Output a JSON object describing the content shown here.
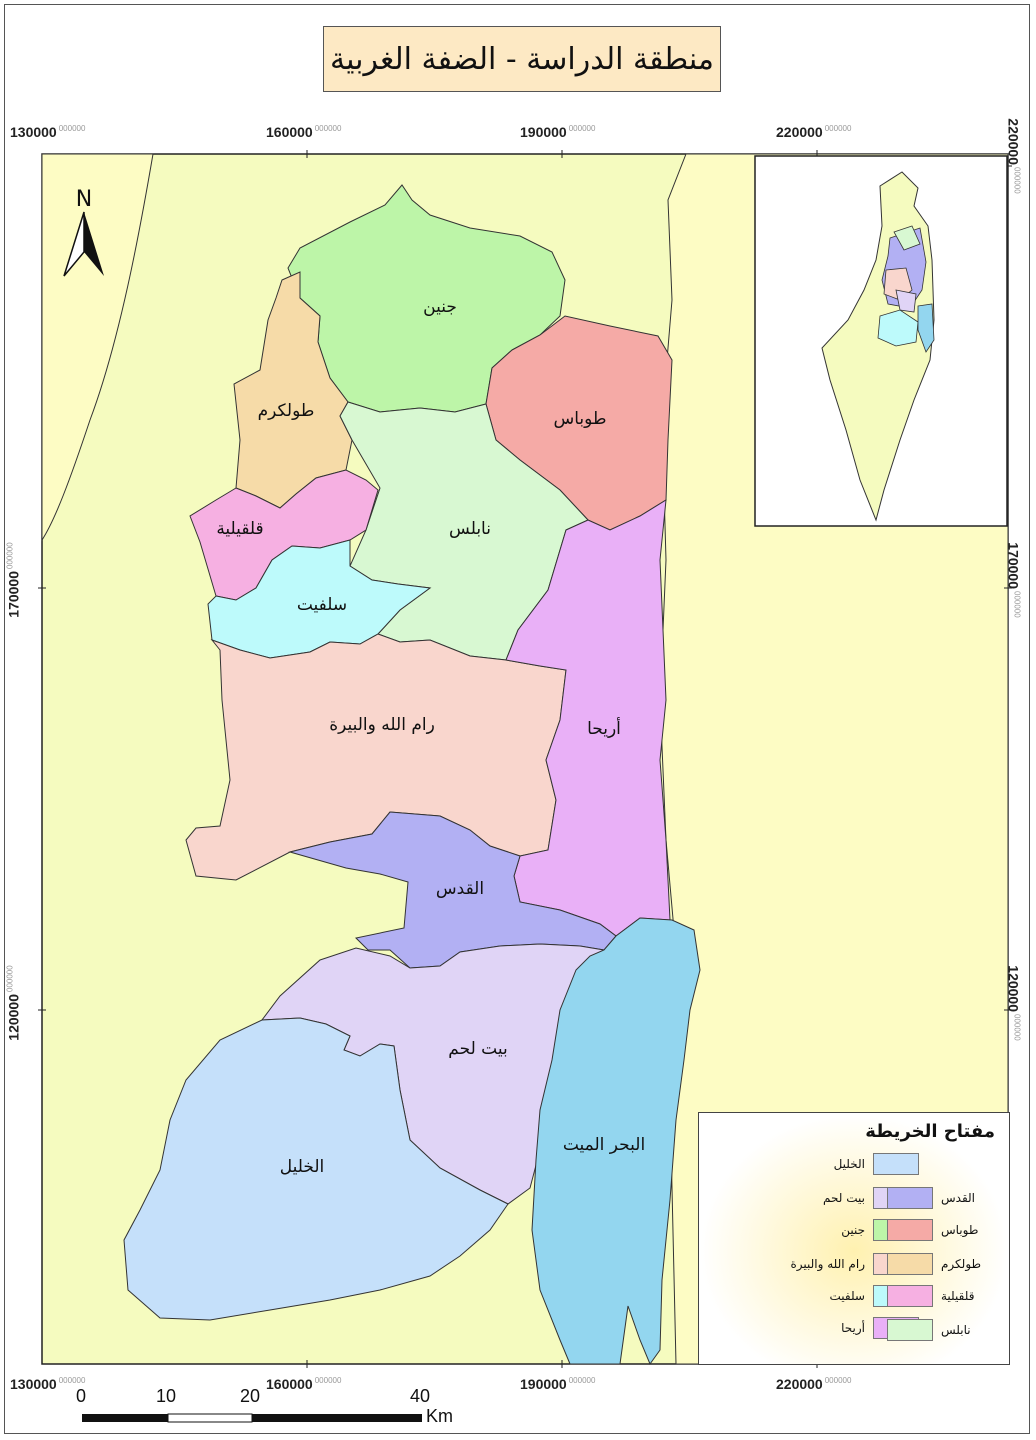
{
  "title": "منطقة الدراسة - الضفة الغربية",
  "grid": {
    "x_ticks": [
      "130000",
      "160000",
      "190000",
      "220000"
    ],
    "y_ticks": [
      "220000",
      "170000",
      "120000"
    ],
    "tick_suffix": "000000"
  },
  "north_arrow": "N",
  "regions": {
    "jenin": "جنين",
    "tubas": "طوباس",
    "tulkarm": "طولكرم",
    "nablus": "نابلس",
    "qalqilya": "قلقيلية",
    "salfit": "سلفيت",
    "ramallah": "رام الله والبيرة",
    "jericho": "أريحا",
    "jerusalem": "القدس",
    "bethlehem": "بيت لحم",
    "hebron": "الخليل",
    "dead_sea": "البحر الميت"
  },
  "colors": {
    "background": "#f5fbbf",
    "outside": "#fdfcc4",
    "jenin": "#bdf5a8",
    "tubas": "#f5aaa6",
    "tulkarm": "#f6dba8",
    "nablus": "#d8f8d2",
    "qalqilya": "#f6b0e2",
    "salfit": "#bdfafb",
    "ramallah": "#f9d6cd",
    "jericho": "#e9b0f7",
    "jerusalem": "#b2b0f3",
    "bethlehem": "#e0d4f6",
    "hebron": "#c5e0fa",
    "dead_sea": "#93d6ef"
  },
  "legend": {
    "title": "مفتاح الخريطة",
    "right_column": [
      {
        "label": "الخليل",
        "color": "#c5e0fa"
      },
      {
        "label": "بيت لحم",
        "color": "#e0d4f6"
      },
      {
        "label": "جنين",
        "color": "#bdf5a8"
      },
      {
        "label": "رام الله والبيرة",
        "color": "#f9d6cd"
      },
      {
        "label": "سلفيت",
        "color": "#bdfafb"
      },
      {
        "label": "أريحا",
        "color": "#e9b0f7"
      }
    ],
    "left_column": [
      {
        "label": "القدس",
        "color": "#b2b0f3"
      },
      {
        "label": "طوباس",
        "color": "#f5aaa6"
      },
      {
        "label": "طولكرم",
        "color": "#f6dba8"
      },
      {
        "label": "قلقيلية",
        "color": "#f6b0e2"
      },
      {
        "label": "نابلس",
        "color": "#d8f8d2"
      }
    ]
  },
  "scale_bar": {
    "labels": [
      "0",
      "10",
      "20",
      "40"
    ],
    "unit": "Km"
  }
}
